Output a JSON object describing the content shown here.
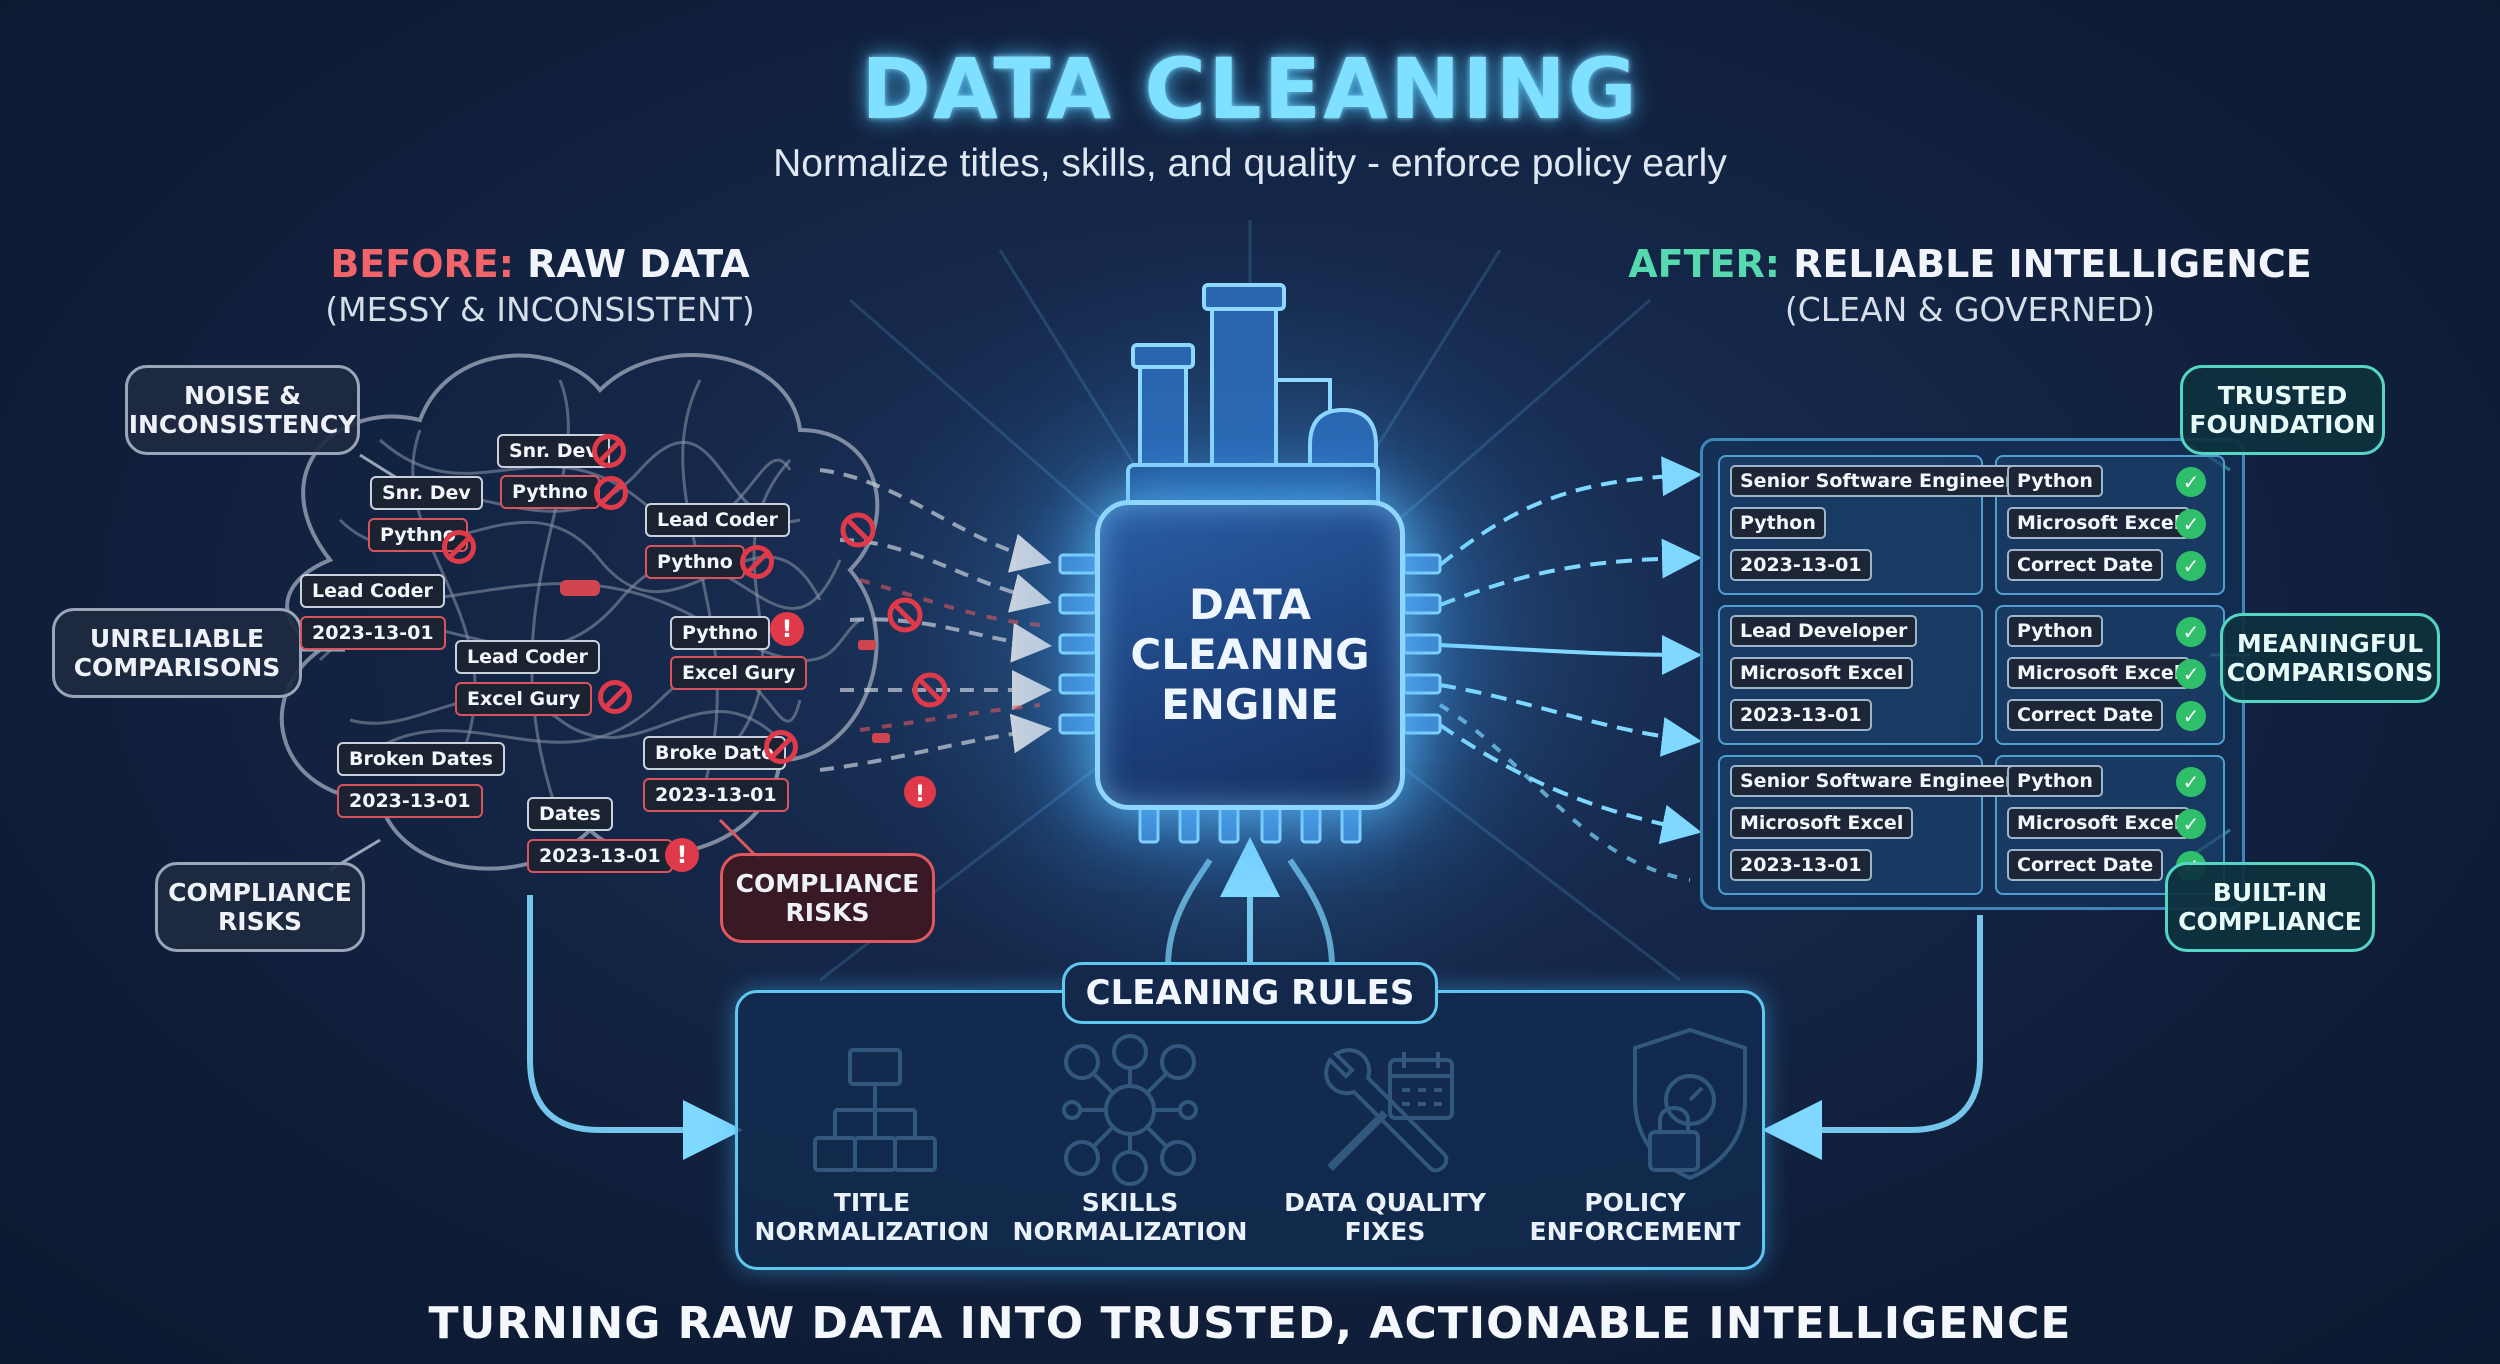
{
  "header": {
    "title": "DATA CLEANING",
    "subtitle": "Normalize titles, skills, and quality - enforce policy early"
  },
  "before": {
    "label_accent": "BEFORE:",
    "label_rest": " RAW DATA",
    "sub": "(MESSY & INCONSISTENT)",
    "callouts": {
      "noise": "NOISE & INCONSISTENCY",
      "unreliable": "UNRELIABLE COMPARISONS",
      "compliance_left": "COMPLIANCE RISKS",
      "compliance_red": "COMPLIANCE RISKS"
    },
    "tags": {
      "snr_dev_1": "Snr. Dev",
      "snr_dev_2": "Snr. Dev",
      "pythno_1": "Pythno",
      "pythno_2": "Pythno",
      "pythno_3": "Pythno",
      "pythno_4": "Pythno",
      "lead_coder_1": "Lead Coder",
      "lead_coder_2": "Lead Coder",
      "lead_coder_3": "Lead Coder",
      "date_1": "2023-13-01",
      "date_2": "2023-13-01",
      "date_3": "2023-13-01",
      "date_4": "2023-13-01",
      "excel_gury_1": "Excel Gury",
      "excel_gury_2": "Excel Gury",
      "broken_dates": "Broken Dates",
      "broke_date": "Broke Date",
      "dates": "Dates"
    }
  },
  "engine": {
    "label": "DATA CLEANING ENGINE"
  },
  "after": {
    "label_accent": "AFTER:",
    "label_rest": " RELIABLE INTELLIGENCE",
    "sub": "(CLEAN & GOVERNED)",
    "callouts": {
      "trusted": "TRUSTED FOUNDATION",
      "meaningful": "MEANINGFUL COMPARISONS",
      "builtin": "BUILT-IN COMPLIANCE"
    },
    "rows": [
      {
        "left": [
          "Senior Software Engineer",
          "Python",
          "2023-13-01"
        ],
        "right": [
          "Python",
          "Microsoft Excel",
          "Correct Date"
        ]
      },
      {
        "left": [
          "Lead Developer",
          "Microsoft Excel",
          "2023-13-01"
        ],
        "right": [
          "Python",
          "Microsoft Excel",
          "Correct Date"
        ]
      },
      {
        "left": [
          "Senior Software Engineer",
          "Microsoft Excel",
          "2023-13-01"
        ],
        "right": [
          "Python",
          "Microsoft Excel",
          "Correct Date"
        ]
      }
    ]
  },
  "rules": {
    "title": "CLEANING RULES",
    "items": [
      {
        "label": "TITLE NORMALIZATION",
        "icon": "org-chart-icon"
      },
      {
        "label": "SKILLS NORMALIZATION",
        "icon": "network-people-icon"
      },
      {
        "label": "DATA QUALITY FIXES",
        "icon": "wrench-calendar-icon"
      },
      {
        "label": "POLICY ENFORCEMENT",
        "icon": "shield-lock-icon"
      }
    ]
  },
  "tagline": "TURNING RAW DATA INTO TRUSTED, ACTIONABLE INTELLIGENCE",
  "colors": {
    "background": "#132545",
    "title_glow": "#7fe0ff",
    "before_accent": "#f0646a",
    "after_accent": "#57d9b0",
    "error_red": "#e0394a",
    "check_green": "#2fbf6a",
    "flow_cyan": "#5fc8f0"
  }
}
